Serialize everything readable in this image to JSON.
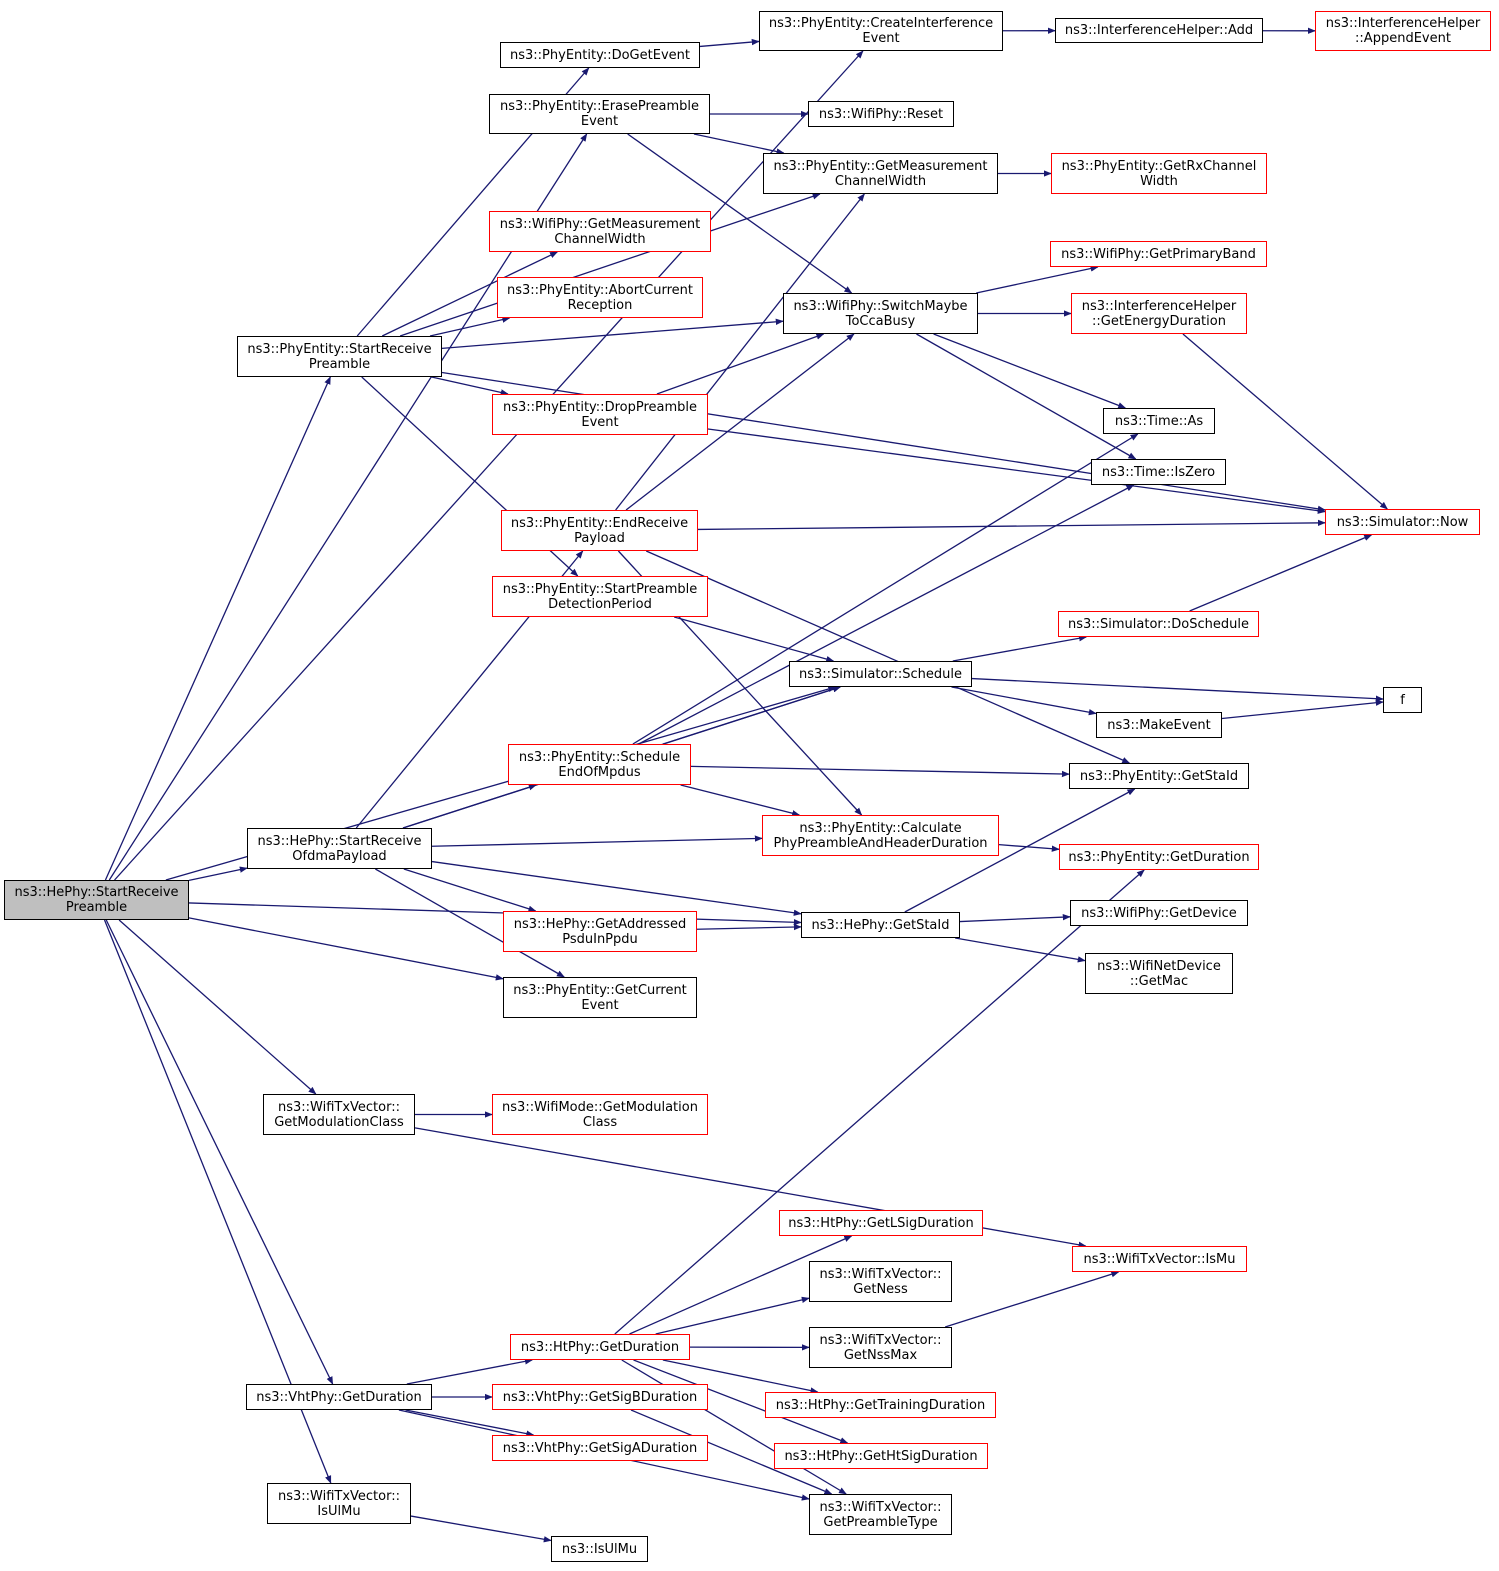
{
  "colors": {
    "edge": "#191970",
    "normal_border": "#000000",
    "truncated_border": "#ff0000",
    "root_fill": "#bfbfbf"
  },
  "nodes": {
    "he_start_receive_preamble": {
      "lines": [
        "ns3::HePhy::StartReceive",
        "Preamble"
      ],
      "style": "root"
    },
    "pe_create_interference_event": {
      "lines": [
        "ns3::PhyEntity::CreateInterference",
        "Event"
      ],
      "style": "normal"
    },
    "ih_add": {
      "lines": [
        "ns3::InterferenceHelper::Add"
      ],
      "style": "normal"
    },
    "ih_append_event": {
      "lines": [
        "ns3::InterferenceHelper",
        "::AppendEvent"
      ],
      "style": "red"
    },
    "pe_do_get_event": {
      "lines": [
        "ns3::PhyEntity::DoGetEvent"
      ],
      "style": "normal"
    },
    "pe_erase_preamble_event": {
      "lines": [
        "ns3::PhyEntity::ErasePreamble",
        "Event"
      ],
      "style": "normal"
    },
    "wifiphy_reset": {
      "lines": [
        "ns3::WifiPhy::Reset"
      ],
      "style": "normal"
    },
    "pe_get_measurement_cw": {
      "lines": [
        "ns3::PhyEntity::GetMeasurement",
        "ChannelWidth"
      ],
      "style": "normal"
    },
    "pe_get_rx_channel_width": {
      "lines": [
        "ns3::PhyEntity::GetRxChannel",
        "Width"
      ],
      "style": "red"
    },
    "wifiphy_get_measurement_cw": {
      "lines": [
        "ns3::WifiPhy::GetMeasurement",
        "ChannelWidth"
      ],
      "style": "red"
    },
    "wifiphy_get_primary_band": {
      "lines": [
        "ns3::WifiPhy::GetPrimaryBand"
      ],
      "style": "red"
    },
    "pe_abort_current_reception": {
      "lines": [
        "ns3::PhyEntity::AbortCurrent",
        "Reception"
      ],
      "style": "red"
    },
    "wifiphy_switch_maybe_cca": {
      "lines": [
        "ns3::WifiPhy::SwitchMaybe",
        "ToCcaBusy"
      ],
      "style": "normal"
    },
    "ih_get_energy_duration": {
      "lines": [
        "ns3::InterferenceHelper",
        "::GetEnergyDuration"
      ],
      "style": "red"
    },
    "pe_start_receive_preamble": {
      "lines": [
        "ns3::PhyEntity::StartReceive",
        "Preamble"
      ],
      "style": "normal"
    },
    "pe_drop_preamble_event": {
      "lines": [
        "ns3::PhyEntity::DropPreamble",
        "Event"
      ],
      "style": "red"
    },
    "time_as": {
      "lines": [
        "ns3::Time::As"
      ],
      "style": "normal"
    },
    "time_is_zero": {
      "lines": [
        "ns3::Time::IsZero"
      ],
      "style": "normal"
    },
    "pe_end_receive_payload": {
      "lines": [
        "ns3::PhyEntity::EndReceive",
        "Payload"
      ],
      "style": "red"
    },
    "sim_now": {
      "lines": [
        "ns3::Simulator::Now"
      ],
      "style": "red"
    },
    "pe_start_preamble_detection": {
      "lines": [
        "ns3::PhyEntity::StartPreamble",
        "DetectionPeriod"
      ],
      "style": "red"
    },
    "sim_do_schedule": {
      "lines": [
        "ns3::Simulator::DoSchedule"
      ],
      "style": "red"
    },
    "sim_schedule": {
      "lines": [
        "ns3::Simulator::Schedule"
      ],
      "style": "normal"
    },
    "f": {
      "lines": [
        "f"
      ],
      "style": "normal"
    },
    "make_event": {
      "lines": [
        "ns3::MakeEvent"
      ],
      "style": "normal"
    },
    "pe_schedule_end_of_mpdus": {
      "lines": [
        "ns3::PhyEntity::Schedule",
        "EndOfMpdus"
      ],
      "style": "red"
    },
    "pe_get_sta_id": {
      "lines": [
        "ns3::PhyEntity::GetStaId"
      ],
      "style": "normal"
    },
    "he_start_receive_ofdma": {
      "lines": [
        "ns3::HePhy::StartReceive",
        "OfdmaPayload"
      ],
      "style": "normal"
    },
    "pe_calc_preamble_header": {
      "lines": [
        "ns3::PhyEntity::Calculate",
        "PhyPreambleAndHeaderDuration"
      ],
      "style": "red"
    },
    "pe_get_duration": {
      "lines": [
        "ns3::PhyEntity::GetDuration"
      ],
      "style": "red"
    },
    "he_get_addressed_psdu": {
      "lines": [
        "ns3::HePhy::GetAddressed",
        "PsduInPpdu"
      ],
      "style": "red"
    },
    "he_get_sta_id": {
      "lines": [
        "ns3::HePhy::GetStaId"
      ],
      "style": "normal"
    },
    "wifiphy_get_device": {
      "lines": [
        "ns3::WifiPhy::GetDevice"
      ],
      "style": "normal"
    },
    "wnd_get_mac": {
      "lines": [
        "ns3::WifiNetDevice",
        "::GetMac"
      ],
      "style": "normal"
    },
    "pe_get_current_event": {
      "lines": [
        "ns3::PhyEntity::GetCurrent",
        "Event"
      ],
      "style": "normal"
    },
    "txv_get_mod_class": {
      "lines": [
        "ns3::WifiTxVector::",
        "GetModulationClass"
      ],
      "style": "normal"
    },
    "wm_get_mod_class": {
      "lines": [
        "ns3::WifiMode::GetModulation",
        "Class"
      ],
      "style": "red"
    },
    "ht_get_lsig_duration": {
      "lines": [
        "ns3::HtPhy::GetLSigDuration"
      ],
      "style": "red"
    },
    "txv_is_mu": {
      "lines": [
        "ns3::WifiTxVector::IsMu"
      ],
      "style": "red"
    },
    "txv_get_ness": {
      "lines": [
        "ns3::WifiTxVector::",
        "GetNess"
      ],
      "style": "normal"
    },
    "ht_get_duration": {
      "lines": [
        "ns3::HtPhy::GetDuration"
      ],
      "style": "red"
    },
    "txv_get_nss_max": {
      "lines": [
        "ns3::WifiTxVector::",
        "GetNssMax"
      ],
      "style": "normal"
    },
    "vht_get_duration": {
      "lines": [
        "ns3::VhtPhy::GetDuration"
      ],
      "style": "normal"
    },
    "vht_get_sigb_duration": {
      "lines": [
        "ns3::VhtPhy::GetSigBDuration"
      ],
      "style": "red"
    },
    "ht_get_training_duration": {
      "lines": [
        "ns3::HtPhy::GetTrainingDuration"
      ],
      "style": "red"
    },
    "vht_get_siga_duration": {
      "lines": [
        "ns3::VhtPhy::GetSigADuration"
      ],
      "style": "red"
    },
    "ht_get_htsig_duration": {
      "lines": [
        "ns3::HtPhy::GetHtSigDuration"
      ],
      "style": "red"
    },
    "txv_is_ul_mu": {
      "lines": [
        "ns3::WifiTxVector::",
        "IsUlMu"
      ],
      "style": "normal"
    },
    "txv_get_preamble_type": {
      "lines": [
        "ns3::WifiTxVector::",
        "GetPreambleType"
      ],
      "style": "normal"
    },
    "is_ul_mu": {
      "lines": [
        "ns3::IsUlMu"
      ],
      "style": "normal"
    }
  },
  "edges": [
    [
      "he_start_receive_preamble",
      "pe_create_interference_event"
    ],
    [
      "pe_create_interference_event",
      "ih_add"
    ],
    [
      "ih_add",
      "ih_append_event"
    ],
    [
      "pe_do_get_event",
      "pe_create_interference_event"
    ],
    [
      "pe_erase_preamble_event",
      "wifiphy_reset"
    ],
    [
      "pe_erase_preamble_event",
      "pe_get_measurement_cw"
    ],
    [
      "pe_erase_preamble_event",
      "wifiphy_switch_maybe_cca"
    ],
    [
      "pe_get_measurement_cw",
      "pe_get_rx_channel_width"
    ],
    [
      "pe_start_receive_preamble",
      "pe_do_get_event"
    ],
    [
      "pe_start_receive_preamble",
      "pe_get_measurement_cw"
    ],
    [
      "pe_start_receive_preamble",
      "wifiphy_get_measurement_cw"
    ],
    [
      "pe_start_receive_preamble",
      "pe_abort_current_reception"
    ],
    [
      "pe_start_receive_preamble",
      "wifiphy_switch_maybe_cca"
    ],
    [
      "pe_start_receive_preamble",
      "pe_drop_preamble_event"
    ],
    [
      "pe_start_receive_preamble",
      "sim_now"
    ],
    [
      "pe_start_receive_preamble",
      "pe_start_preamble_detection"
    ],
    [
      "wifiphy_switch_maybe_cca",
      "wifiphy_get_primary_band"
    ],
    [
      "wifiphy_switch_maybe_cca",
      "ih_get_energy_duration"
    ],
    [
      "wifiphy_switch_maybe_cca",
      "time_as"
    ],
    [
      "wifiphy_switch_maybe_cca",
      "time_is_zero"
    ],
    [
      "ih_get_energy_duration",
      "sim_now"
    ],
    [
      "pe_drop_preamble_event",
      "wifiphy_switch_maybe_cca"
    ],
    [
      "pe_drop_preamble_event",
      "sim_now"
    ],
    [
      "pe_end_receive_payload",
      "pe_get_measurement_cw"
    ],
    [
      "pe_end_receive_payload",
      "wifiphy_switch_maybe_cca"
    ],
    [
      "pe_end_receive_payload",
      "sim_now"
    ],
    [
      "pe_end_receive_payload",
      "pe_get_sta_id"
    ],
    [
      "pe_end_receive_payload",
      "pe_calc_preamble_header"
    ],
    [
      "pe_start_preamble_detection",
      "sim_schedule"
    ],
    [
      "sim_do_schedule",
      "sim_now"
    ],
    [
      "sim_schedule",
      "sim_do_schedule"
    ],
    [
      "sim_schedule",
      "f"
    ],
    [
      "sim_schedule",
      "make_event"
    ],
    [
      "make_event",
      "f"
    ],
    [
      "pe_schedule_end_of_mpdus",
      "time_as"
    ],
    [
      "pe_schedule_end_of_mpdus",
      "sim_schedule"
    ],
    [
      "pe_schedule_end_of_mpdus",
      "time_is_zero"
    ],
    [
      "pe_schedule_end_of_mpdus",
      "pe_get_sta_id"
    ],
    [
      "pe_schedule_end_of_mpdus",
      "pe_calc_preamble_header"
    ],
    [
      "he_start_receive_ofdma",
      "pe_end_receive_payload"
    ],
    [
      "he_start_receive_ofdma",
      "sim_schedule"
    ],
    [
      "he_start_receive_ofdma",
      "pe_schedule_end_of_mpdus"
    ],
    [
      "he_start_receive_ofdma",
      "pe_calc_preamble_header"
    ],
    [
      "he_start_receive_ofdma",
      "he_get_addressed_psdu"
    ],
    [
      "he_start_receive_ofdma",
      "he_get_sta_id"
    ],
    [
      "he_start_receive_ofdma",
      "pe_get_current_event"
    ],
    [
      "pe_calc_preamble_header",
      "pe_get_duration"
    ],
    [
      "he_get_addressed_psdu",
      "he_get_sta_id"
    ],
    [
      "he_get_sta_id",
      "pe_get_sta_id"
    ],
    [
      "he_get_sta_id",
      "wifiphy_get_device"
    ],
    [
      "he_get_sta_id",
      "wnd_get_mac"
    ],
    [
      "he_start_receive_preamble",
      "pe_erase_preamble_event"
    ],
    [
      "he_start_receive_preamble",
      "pe_start_receive_preamble"
    ],
    [
      "he_start_receive_preamble",
      "sim_schedule"
    ],
    [
      "he_start_receive_preamble",
      "he_start_receive_ofdma"
    ],
    [
      "he_start_receive_preamble",
      "pe_get_current_event"
    ],
    [
      "he_start_receive_preamble",
      "he_get_sta_id"
    ],
    [
      "he_start_receive_preamble",
      "txv_get_mod_class"
    ],
    [
      "he_start_receive_preamble",
      "vht_get_duration"
    ],
    [
      "he_start_receive_preamble",
      "txv_is_ul_mu"
    ],
    [
      "txv_get_mod_class",
      "wm_get_mod_class"
    ],
    [
      "txv_get_mod_class",
      "txv_is_mu"
    ],
    [
      "ht_get_duration",
      "pe_get_duration"
    ],
    [
      "ht_get_duration",
      "ht_get_lsig_duration"
    ],
    [
      "ht_get_duration",
      "txv_get_ness"
    ],
    [
      "ht_get_duration",
      "txv_get_nss_max"
    ],
    [
      "ht_get_duration",
      "ht_get_training_duration"
    ],
    [
      "ht_get_duration",
      "ht_get_htsig_duration"
    ],
    [
      "ht_get_duration",
      "txv_get_preamble_type"
    ],
    [
      "txv_get_nss_max",
      "txv_is_mu"
    ],
    [
      "vht_get_duration",
      "ht_get_duration"
    ],
    [
      "vht_get_duration",
      "vht_get_sigb_duration"
    ],
    [
      "vht_get_duration",
      "vht_get_siga_duration"
    ],
    [
      "vht_get_duration",
      "txv_get_preamble_type"
    ],
    [
      "vht_get_sigb_duration",
      "txv_get_preamble_type"
    ],
    [
      "txv_is_ul_mu",
      "is_ul_mu"
    ]
  ]
}
